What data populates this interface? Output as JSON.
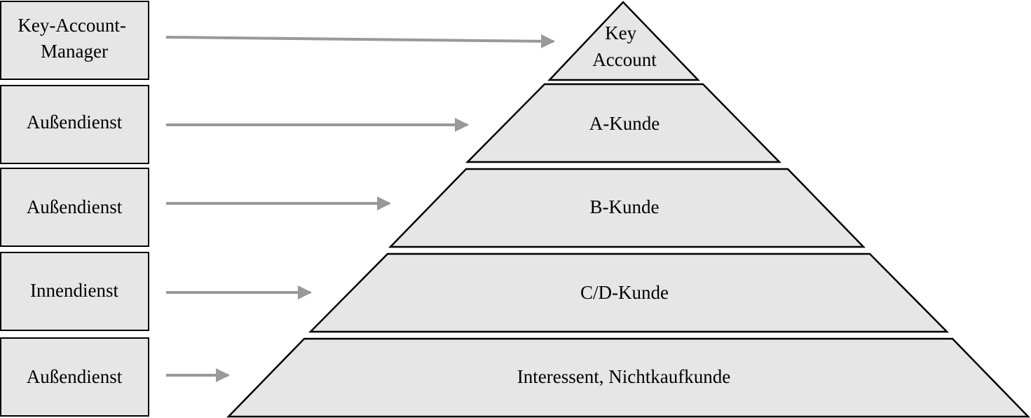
{
  "colors": {
    "fill": "#e6e6e6",
    "stroke": "#000000",
    "arrow": "#999999",
    "text": "#000000"
  },
  "roles": [
    {
      "lines": [
        "Key-Account-",
        "Manager"
      ]
    },
    {
      "lines": [
        "Außendienst"
      ]
    },
    {
      "lines": [
        "Außendienst"
      ]
    },
    {
      "lines": [
        "Innendienst"
      ]
    },
    {
      "lines": [
        "Außendienst"
      ]
    }
  ],
  "tiers": [
    {
      "lines": [
        "Key",
        "Account"
      ]
    },
    {
      "lines": [
        "A-Kunde"
      ]
    },
    {
      "lines": [
        "B-Kunde"
      ]
    },
    {
      "lines": [
        "C/D-Kunde"
      ]
    },
    {
      "lines": [
        "Interessent, Nichtkaufkunde"
      ]
    }
  ]
}
